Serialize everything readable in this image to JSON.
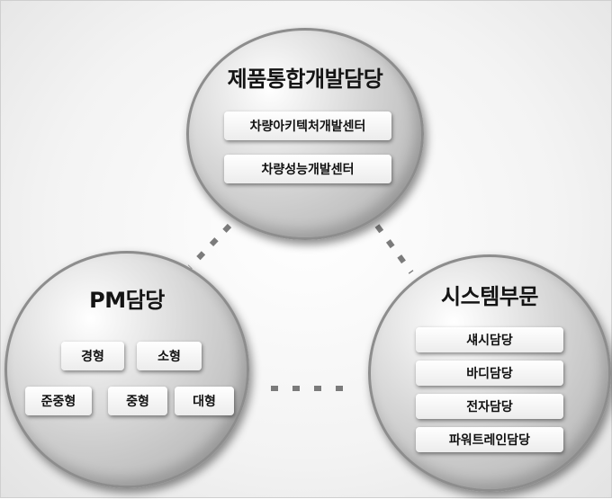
{
  "nodes": [
    {
      "title": "제품통합개발담당",
      "items": [
        "차량아키텍처개발센터",
        "차량성능개발센터"
      ]
    },
    {
      "title": "PM담당",
      "items": [
        "경형",
        "소형",
        "준중형",
        "중형",
        "대형"
      ]
    },
    {
      "title": "시스템부문",
      "items": [
        "섀시담당",
        "바디담당",
        "전자담당",
        "파워트레인담당"
      ]
    }
  ],
  "colors": {
    "connector": "#7b7b7b",
    "circle_border": "#8d8d8d",
    "text": "#141414"
  }
}
